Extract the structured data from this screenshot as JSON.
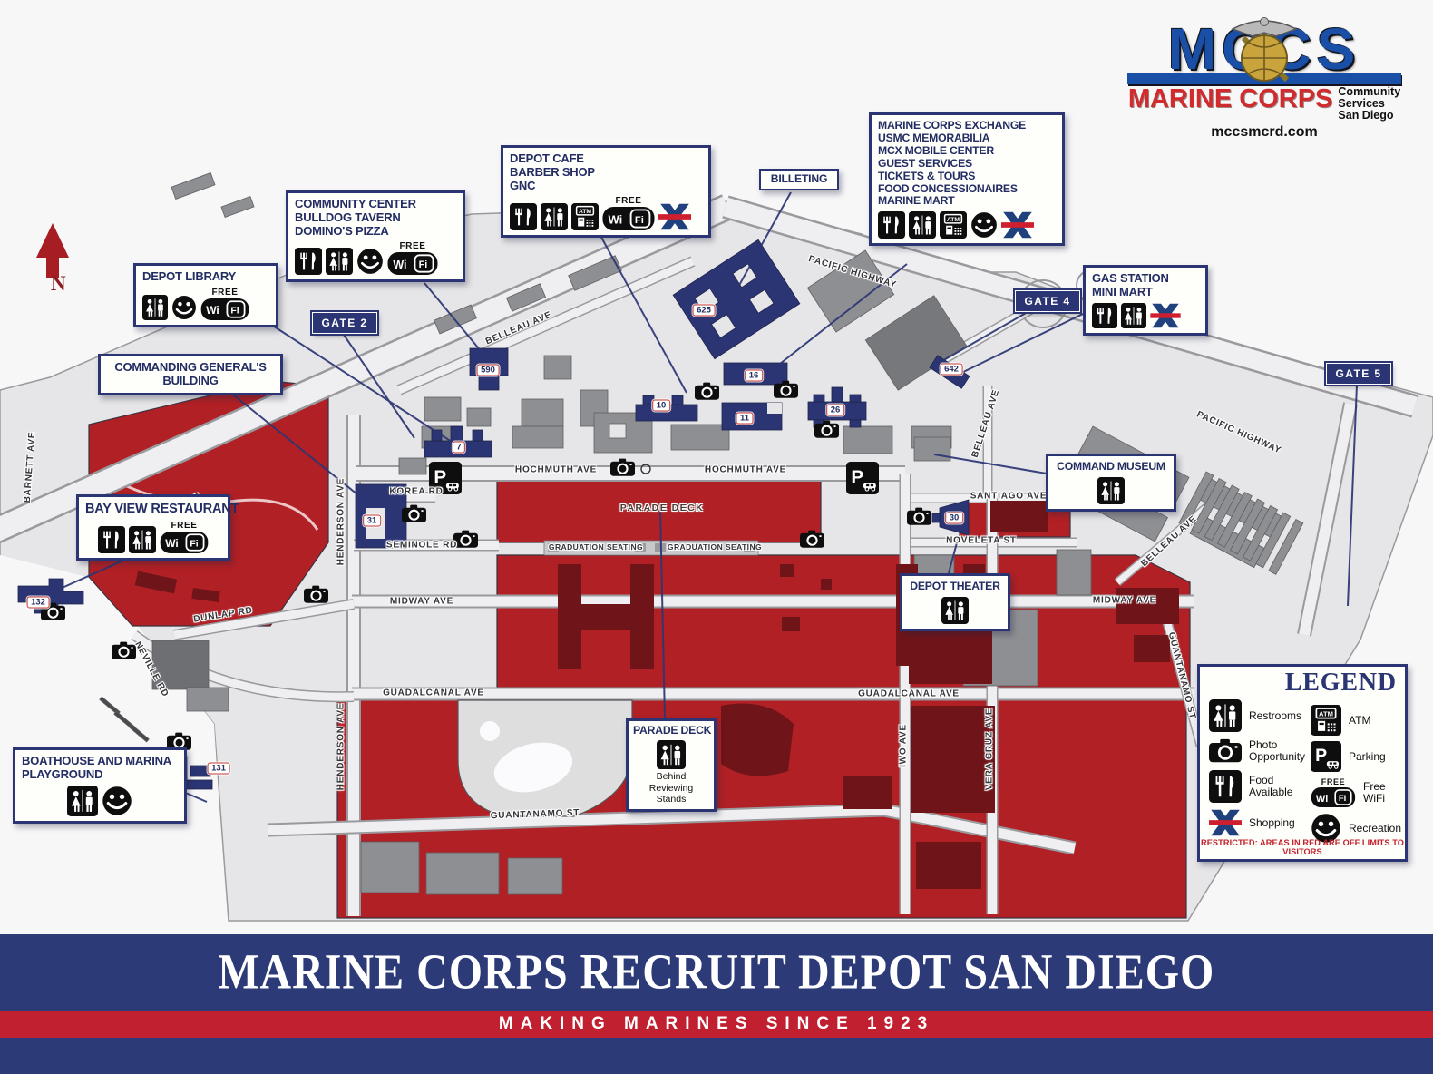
{
  "logo": {
    "brand": "MCCS",
    "title": "MARINE CORPS",
    "svc1": "Community",
    "svc2": "Services",
    "svc3": "San Diego",
    "url": "mccsmcrd.com"
  },
  "north": "N",
  "banner": {
    "title": "MARINE CORPS RECRUIT DEPOT SAN DIEGO",
    "tagline": "MAKING MARINES SINCE 1923"
  },
  "icon_text": {
    "free": "FREE",
    "wi": "Wi",
    "fi": "Fi",
    "atm": "ATM",
    "p": "P"
  },
  "callouts": {
    "depot_cafe": {
      "lines": [
        "DEPOT CAFE",
        "BARBER SHOP",
        "GNC"
      ]
    },
    "community_center": {
      "lines": [
        "COMMUNITY CENTER",
        "BULLDOG TAVERN",
        "DOMINO'S PIZZA"
      ]
    },
    "depot_library": {
      "label": "DEPOT LIBRARY"
    },
    "mcx": {
      "lines": [
        "MARINE CORPS EXCHANGE",
        "USMC MEMORABILIA",
        "MCX MOBILE CENTER",
        "GUEST SERVICES",
        "TICKETS & TOURS",
        "FOOD CONCESSIONAIRES",
        "MARINE MART"
      ]
    },
    "billeting": {
      "label": "BILLETING"
    },
    "gas_station": {
      "lines": [
        "GAS STATION",
        "MINI MART"
      ]
    },
    "command_museum": {
      "label": "COMMAND MUSEUM"
    },
    "depot_theater": {
      "label": "DEPOT THEATER"
    },
    "bay_view": {
      "label": "BAY VIEW RESTAURANT"
    },
    "cg_building": {
      "line1": "COMMANDING GENERAL'S",
      "line2": "BUILDING"
    },
    "boathouse": {
      "line1": "BOATHOUSE AND MARINA",
      "line2": "PLAYGROUND"
    },
    "parade_deck": {
      "title": "PARADE DECK",
      "note1": "Behind",
      "note2": "Reviewing Stands"
    },
    "gate2": "GATE 2",
    "gate4": "GATE 4",
    "gate5": "GATE 5"
  },
  "legend": {
    "title": "LEGEND",
    "items_left": [
      {
        "icon": "restrooms-icon",
        "label": "Restrooms"
      },
      {
        "icon": "photo-icon",
        "label": "Photo Opportunity"
      },
      {
        "icon": "food-icon",
        "label": "Food Available"
      },
      {
        "icon": "shopping-icon",
        "label": "Shopping"
      }
    ],
    "items_right": [
      {
        "icon": "atm-icon",
        "label": "ATM"
      },
      {
        "icon": "parking-icon",
        "label": "Parking"
      },
      {
        "icon": "wifi-icon",
        "label": "Free WiFi"
      },
      {
        "icon": "recreation-icon",
        "label": "Recreation"
      }
    ],
    "restricted_note": "RESTRICTED: AREAS IN RED ARE OFF LIMITS TO VISITORS"
  },
  "map": {
    "streets": [
      "BARNETT AVE",
      "BARNETT AVE",
      "BELLEAU AVE",
      "BELLEAU AVE",
      "BELLEAU AVE",
      "PACIFIC HIGHWAY",
      "PACIFIC HIGHWAY",
      "HOCHMUTH AVE",
      "HOCHMUTH AVE",
      "KOREA RD",
      "SEMINOLE RD",
      "MIDWAY AVE",
      "MIDWAY AVE",
      "GUADALCANAL AVE",
      "GUADALCANAL AVE",
      "GUANTANAMO ST",
      "GUANTANAMO ST",
      "DUNLAP RD",
      "NEVILLE RD",
      "HENDERSON AVE",
      "HENDERSON AVE",
      "SANTIAGO AVE",
      "NOVELETA ST",
      "VERA CRUZ AVE",
      "IWO AVE",
      "PARADE DECK",
      "GRADUATION SEATING",
      "GRADUATION SEATING"
    ],
    "buildings": [
      "625",
      "590",
      "16",
      "10",
      "11",
      "26",
      "7",
      "31",
      "642",
      "30",
      "132",
      "131"
    ]
  }
}
